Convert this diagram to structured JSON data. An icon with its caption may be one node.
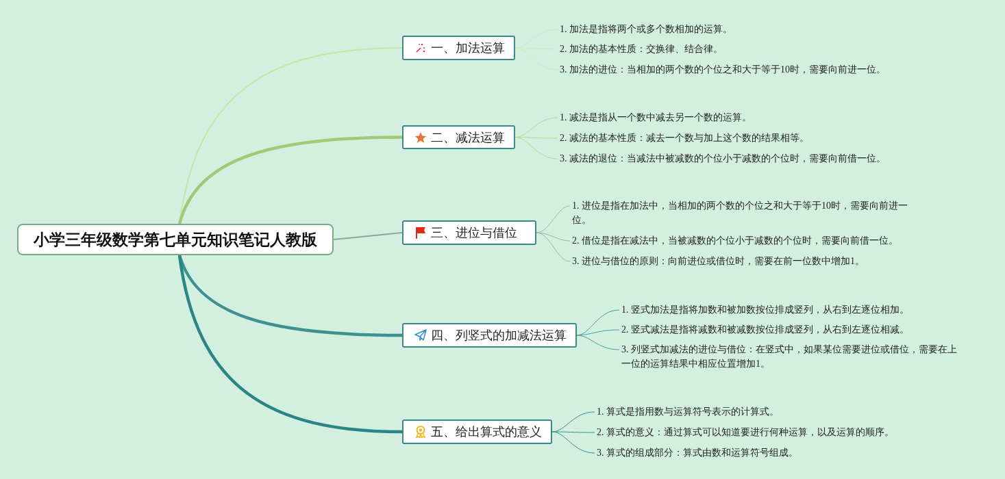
{
  "diagram": {
    "nodes": [
      {
        "text": [
          "小学三年级数学第七单元知识笔记人教版"
        ]
      },
      {
        "text": [
          "一、加法运算"
        ]
      },
      {
        "text": [
          "1. 加法是指将两个或多个数相加的运算。"
        ]
      },
      {
        "text": [
          "2. 加法的基本性质：交换律、结合律。"
        ]
      },
      {
        "text": [
          "3. 加法的进位：当相加的两个数的个位之和大于等于10时，需要向前进一位。"
        ]
      },
      {
        "text": [
          "二、减法运算"
        ]
      },
      {
        "text": [
          "1. 减法是指从一个数中减去另一个数的运算。"
        ]
      },
      {
        "text": [
          "2. 减法的基本性质：减去一个数与加上这个数的结果相等。"
        ]
      },
      {
        "text": [
          "3. 减法的退位：当减法中被减数的个位小于减数的个位时，需要向前借一位。"
        ]
      },
      {
        "text": [
          "三、进位与借位"
        ]
      },
      {
        "text": [
          "1. 进位是指在加法中，当相加的两个数的个位之和大于等于10时，需要向前进一位。"
        ]
      },
      {
        "text": [
          "2. 借位是指在减法中，当被减数的个位小于减数的个位时，需要向前借一位。"
        ]
      },
      {
        "text": [
          "3. 进位与借位的原则：向前进位或借位时，需要在前一位数中增加1。"
        ]
      },
      {
        "text": [
          "四、列竖式的加减法运算"
        ]
      },
      {
        "text": [
          "1. 竖式加法是指将加数和被加数按位排成竖列，从右到左逐位相加。"
        ]
      },
      {
        "text": [
          "2. 竖式减法是指将减数和被减数按位排成竖列，从右到左逐位相减。"
        ]
      },
      {
        "text": [
          "3. 列竖式加减法的进位与借位：在竖式中，如果某位需要进位或借位，需要在上一位的运算结果中相应位置增加1。"
        ]
      },
      {
        "text": [
          "五、给出算式的意义"
        ]
      },
      {
        "text": [
          "1. 算式是指用数与运算符号表示的计算式。"
        ]
      },
      {
        "text": [
          "2. 算式的意义：通过算式可以知道要进行何种运算，以及运算的顺序。"
        ]
      },
      {
        "text": [
          "3. 算式的组成部分：算式由数和运算符号组成。"
        ]
      }
    ],
    "edges": [
      {
        "from": 0,
        "to": 1,
        "arrow": "none",
        "color": "#c8e6a0"
      },
      {
        "from": 1,
        "to": 2,
        "arrow": "none",
        "color": "#d3eab5"
      },
      {
        "from": 1,
        "to": 3,
        "arrow": "none",
        "color": "#d3eab5"
      },
      {
        "from": 1,
        "to": 4,
        "arrow": "none",
        "color": "#d3eab5"
      },
      {
        "from": 0,
        "to": 5,
        "arrow": "none",
        "style": "thick",
        "color": "#a5c878"
      },
      {
        "from": 5,
        "to": 6,
        "arrow": "none",
        "color": "#b9d891"
      },
      {
        "from": 5,
        "to": 7,
        "arrow": "none",
        "color": "#b9d891"
      },
      {
        "from": 5,
        "to": 8,
        "arrow": "none",
        "color": "#b9d891"
      },
      {
        "from": 0,
        "to": 9,
        "arrow": "none",
        "color": "#7fb08c"
      },
      {
        "from": 9,
        "to": 10,
        "arrow": "none",
        "color": "#8fbd9e"
      },
      {
        "from": 9,
        "to": 11,
        "arrow": "none",
        "color": "#8fbd9e"
      },
      {
        "from": 9,
        "to": 12,
        "arrow": "none",
        "color": "#8fbd9e"
      },
      {
        "from": 0,
        "to": 13,
        "arrow": "none",
        "style": "thick",
        "color": "#3f9190"
      },
      {
        "from": 13,
        "to": 14,
        "arrow": "none",
        "color": "#4a9a98"
      },
      {
        "from": 13,
        "to": 15,
        "arrow": "none",
        "color": "#4a9a98"
      },
      {
        "from": 13,
        "to": 16,
        "arrow": "none",
        "color": "#4a9a98"
      },
      {
        "from": 0,
        "to": 17,
        "arrow": "none",
        "style": "thick",
        "color": "#2b8585"
      },
      {
        "from": 17,
        "to": 18,
        "arrow": "none",
        "color": "#3a8e8e"
      },
      {
        "from": 17,
        "to": 19,
        "arrow": "none",
        "color": "#3a8e8e"
      },
      {
        "from": 17,
        "to": 20,
        "arrow": "none",
        "color": "#3a8e8e"
      }
    ]
  }
}
